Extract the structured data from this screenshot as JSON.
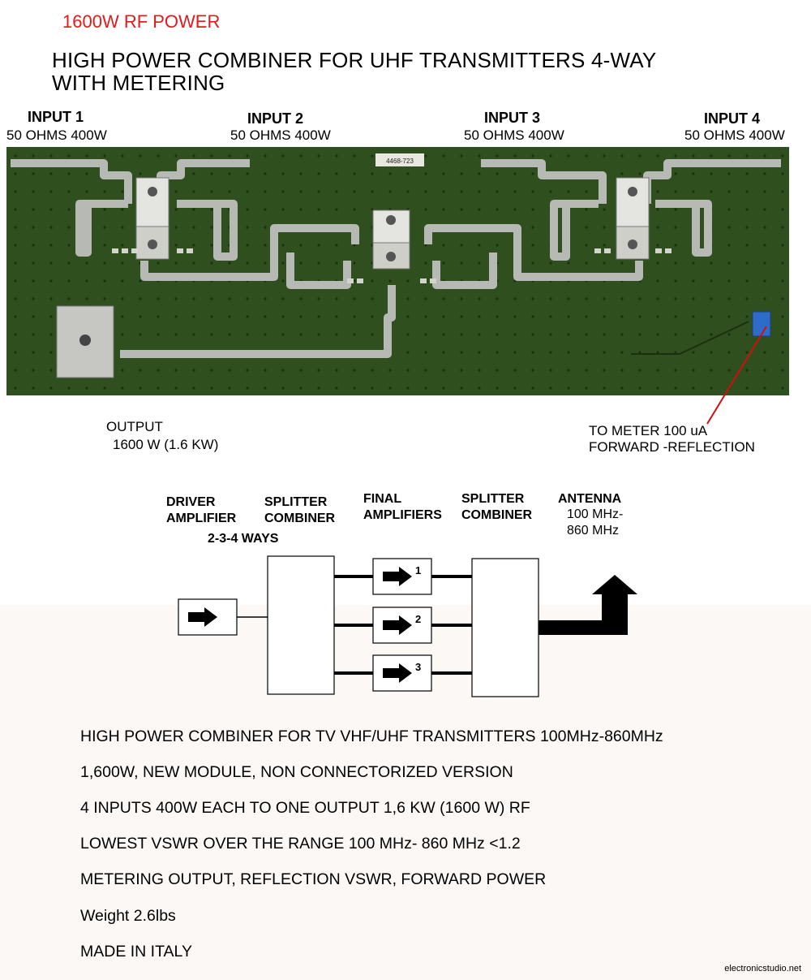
{
  "header": {
    "power_label": "1600W RF POWER",
    "title_line1": "HIGH POWER COMBINER FOR UHF TRANSMITTERS 4-WAY",
    "title_line2": "WITH METERING"
  },
  "inputs": [
    {
      "name": "INPUT 1",
      "spec": "50 OHMS 400W"
    },
    {
      "name": "INPUT 2",
      "spec": "50 OHMS 400W"
    },
    {
      "name": "INPUT 3",
      "spec": "50 OHMS 400W"
    },
    {
      "name": "INPUT 4",
      "spec": "50 OHMS 400W"
    }
  ],
  "pcb": {
    "board_label": "4468-723",
    "board_color": "#2f4f1e",
    "trace_color": "#b7b9b4"
  },
  "output": {
    "label": "OUTPUT",
    "spec": "1600 W (1.6 KW)"
  },
  "meter": {
    "line1": "TO METER 100 uA",
    "line2": "FORWARD -REFLECTION",
    "pointer_color": "#d01010"
  },
  "diagram": {
    "driver": {
      "line1": "DRIVER",
      "line2": "AMPLIFIER"
    },
    "splitter1": {
      "line1": "SPLITTER",
      "line2": "COMBINER",
      "line3": "2-3-4 WAYS"
    },
    "final": {
      "line1": "FINAL",
      "line2": "AMPLIFIERS"
    },
    "splitter2": {
      "line1": "SPLITTER",
      "line2": "COMBINER"
    },
    "antenna": {
      "line1": "ANTENNA",
      "line2": "100 MHz-",
      "line3": "860 MHz"
    },
    "amp_numbers": [
      "1",
      "2",
      "3"
    ]
  },
  "specs": [
    "HIGH POWER COMBINER FOR TV VHF/UHF TRANSMITTERS 100MHz-860MHz",
    "1,600W, NEW MODULE, NON CONNECTORIZED VERSION",
    "4 INPUTS 400W EACH TO ONE OUTPUT 1,6 KW (1600 W) RF",
    "LOWEST VSWR OVER THE RANGE 100 MHz- 860 MHz <1.2",
    "METERING OUTPUT, REFLECTION VSWR, FORWARD POWER",
    "Weight 2.6lbs",
    "MADE IN ITALY"
  ],
  "footer": {
    "site": "electronicstudio.net"
  }
}
